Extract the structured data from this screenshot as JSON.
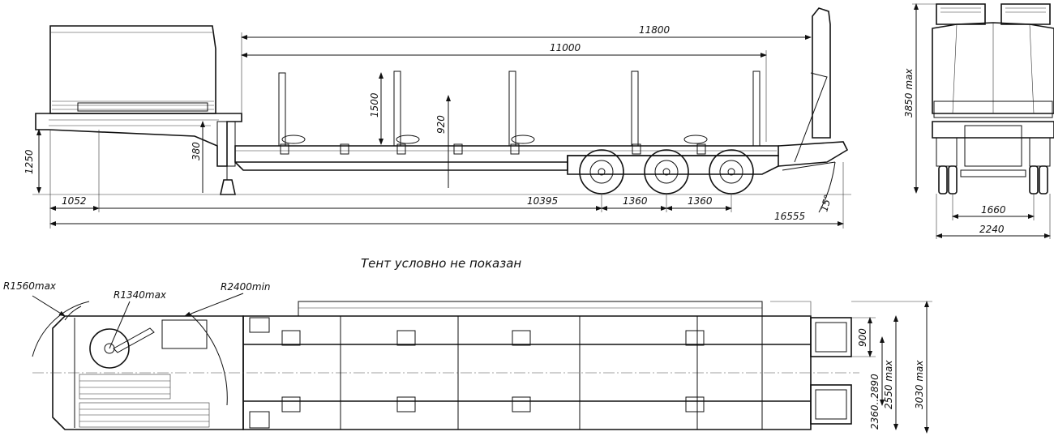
{
  "drawing": {
    "note": "Тент условно не показан"
  },
  "side_view": {
    "dims": {
      "overall_length": "11800",
      "deck_length": "11000",
      "stake_height": "1500",
      "deck_height": "920",
      "front_height": "1250",
      "gooseneck_drop": "380",
      "front_overhang": "1052",
      "kingpin_to_axle": "10395",
      "axle_spacing_1": "1360",
      "axle_spacing_2": "1360",
      "total_length": "16555",
      "ramp_angle": "15°"
    }
  },
  "rear_view": {
    "dims": {
      "height": "3850 max",
      "track": "1660",
      "width": "2240"
    }
  },
  "top_view": {
    "dims": {
      "front_radius": "R1560max",
      "kingpin_radius": "R1340max",
      "turn_radius": "R2400min",
      "ramp_width": "900",
      "ramp_spacing": "2360..2890",
      "deck_width": "2550 max",
      "max_width": "3030 max"
    }
  }
}
